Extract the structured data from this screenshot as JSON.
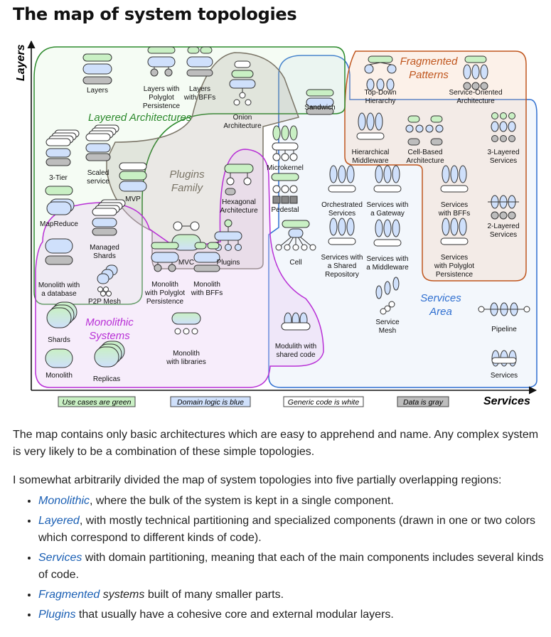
{
  "title": "The map of system topologies",
  "axes": {
    "y": "Layers",
    "x": "Services"
  },
  "regions": {
    "layered": "Layered Architectures",
    "plugins_line1": "Plugins",
    "plugins_line2": "Family",
    "monolithic_line1": "Monolithic",
    "monolithic_line2": "Systems",
    "fragmented_line1": "Fragmented",
    "fragmented_line2": "Patterns",
    "services_line1": "Services",
    "services_line2": "Area"
  },
  "nodes": [
    {
      "id": "layers",
      "lines": [
        "Layers"
      ]
    },
    {
      "id": "polyglot",
      "lines": [
        "Layers with",
        "Polyglot",
        "Persistence"
      ]
    },
    {
      "id": "bffs",
      "lines": [
        "Layers",
        "with BFFs"
      ]
    },
    {
      "id": "onion",
      "lines": [
        "Onion",
        "Architecture"
      ]
    },
    {
      "id": "sandwich",
      "lines": [
        "Sandwich"
      ]
    },
    {
      "id": "tophier",
      "lines": [
        "Top-Down",
        "Hierarchy"
      ]
    },
    {
      "id": "soa",
      "lines": [
        "Service-Oriented",
        "Architecture"
      ]
    },
    {
      "id": "tier3",
      "lines": [
        "3-Tier"
      ]
    },
    {
      "id": "scaled",
      "lines": [
        "Scaled",
        "service"
      ]
    },
    {
      "id": "mvp",
      "lines": [
        "MVP"
      ]
    },
    {
      "id": "microkernel",
      "lines": [
        "Microkernel"
      ]
    },
    {
      "id": "hiermid",
      "lines": [
        "Hierarchical",
        "Middleware"
      ]
    },
    {
      "id": "cellbased",
      "lines": [
        "Cell-Based",
        "Architecture"
      ]
    },
    {
      "id": "layered3",
      "lines": [
        "3-Layered",
        "Services"
      ]
    },
    {
      "id": "mapreduce",
      "lines": [
        "MapReduce"
      ]
    },
    {
      "id": "hexagonal",
      "lines": [
        "Hexagonal",
        "Architecture"
      ]
    },
    {
      "id": "pedestal",
      "lines": [
        "Pedestal"
      ]
    },
    {
      "id": "orchestrated",
      "lines": [
        "Orchestrated",
        "Services"
      ]
    },
    {
      "id": "gateway",
      "lines": [
        "Services with",
        "a Gateway"
      ]
    },
    {
      "id": "svcbffs",
      "lines": [
        "Services",
        "with BFFs"
      ]
    },
    {
      "id": "layered2",
      "lines": [
        "2-Layered",
        "Services"
      ]
    },
    {
      "id": "managed",
      "lines": [
        "Managed",
        "Shards"
      ]
    },
    {
      "id": "mvc",
      "lines": [
        "MVC"
      ]
    },
    {
      "id": "plugins",
      "lines": [
        "Plugins"
      ]
    },
    {
      "id": "cell",
      "lines": [
        "Cell"
      ]
    },
    {
      "id": "sharedrepo",
      "lines": [
        "Services with",
        "a Shared",
        "Repository"
      ]
    },
    {
      "id": "middleware",
      "lines": [
        "Services with",
        "a Middleware"
      ]
    },
    {
      "id": "svcpolyglot",
      "lines": [
        "Services",
        "with Polyglot",
        "Persistence"
      ]
    },
    {
      "id": "monodb",
      "lines": [
        "Monolith with",
        "a database"
      ]
    },
    {
      "id": "p2p",
      "lines": [
        "P2P Mesh"
      ]
    },
    {
      "id": "monopoly",
      "lines": [
        "Monolith",
        "with Polyglot",
        "Persistence"
      ]
    },
    {
      "id": "monobffs",
      "lines": [
        "Monolith",
        "with BFFs"
      ]
    },
    {
      "id": "mesh",
      "lines": [
        "Service",
        "Mesh"
      ]
    },
    {
      "id": "pipeline",
      "lines": [
        "Pipeline"
      ]
    },
    {
      "id": "shards",
      "lines": [
        "Shards"
      ]
    },
    {
      "id": "monolibs",
      "lines": [
        "Monolith",
        "with libraries"
      ]
    },
    {
      "id": "modulith",
      "lines": [
        "Modulith with",
        "shared code"
      ]
    },
    {
      "id": "monolith",
      "lines": [
        "Monolith"
      ]
    },
    {
      "id": "replicas",
      "lines": [
        "Replicas"
      ]
    },
    {
      "id": "services",
      "lines": [
        "Services"
      ]
    }
  ],
  "legend": [
    {
      "label": "Use cases are green",
      "color": "#c9f0c4"
    },
    {
      "label": "Domain logic is blue",
      "color": "#cfe0fb"
    },
    {
      "label": "Generic code is white",
      "color": "#ffffff"
    },
    {
      "label": "Data is gray",
      "color": "#bdbdbd"
    }
  ],
  "paragraphs": {
    "p1": "The map contains only basic architectures which are easy to apprehend and name. Any complex system is very likely to be a combination of these simple topologies.",
    "p2": "I somewhat arbitrarily divided the map of system topologies into five partially overlapping regions:"
  },
  "list": [
    {
      "link": "Monolithic",
      "rest": ", where the bulk of the system is kept in a single component."
    },
    {
      "link": "Layered",
      "rest": ", with mostly technical partitioning and specialized components (drawn in one or two colors which correspond to different kinds of code)."
    },
    {
      "link": "Services",
      "rest": " with domain partitioning, meaning that each of the main components includes several kinds of code."
    },
    {
      "link": "Fragmented",
      "italic": " systems",
      "rest": " built of many smaller parts."
    },
    {
      "link": "Plugins",
      "rest": " that usually have a cohesive core and external modular layers."
    }
  ],
  "colors": {
    "green": "#c9f0c4",
    "blue": "#cfe0fb",
    "gray": "#bdbdbd",
    "layered_region": "#2d8a2d",
    "plugins_region": "#7a7466",
    "monolithic_region": "#b82fd6",
    "fragmented_region": "#c0561e",
    "services_region": "#2f6fd0"
  }
}
